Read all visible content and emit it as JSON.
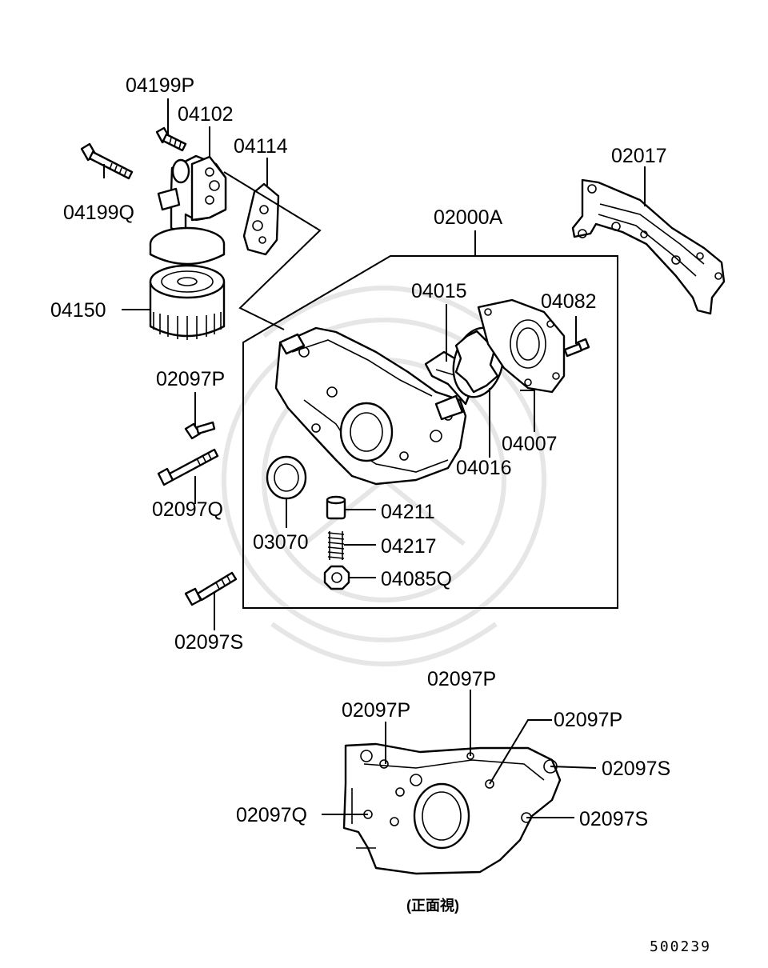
{
  "diagram": {
    "assembly_label": "02000A",
    "view_caption": "(正面視)",
    "figure_number": "500239",
    "labels": {
      "p04199P": "04199P",
      "p04102": "04102",
      "p04114": "04114",
      "p04199Q": "04199Q",
      "p04150": "04150",
      "p02017": "02017",
      "p04015": "04015",
      "p04082": "04082",
      "p02097P_a": "02097P",
      "p02097Q_a": "02097Q",
      "p04016": "04016",
      "p04007": "04007",
      "p03070": "03070",
      "p04211": "04211",
      "p04217": "04217",
      "p04085Q": "04085Q",
      "p02097S_a": "02097S",
      "p02097P_b": "02097P",
      "p02097P_c": "02097P",
      "p02097P_d": "02097P",
      "p02097S_b": "02097S",
      "p02097Q_b": "02097Q",
      "p02097S_c": "02097S"
    }
  }
}
